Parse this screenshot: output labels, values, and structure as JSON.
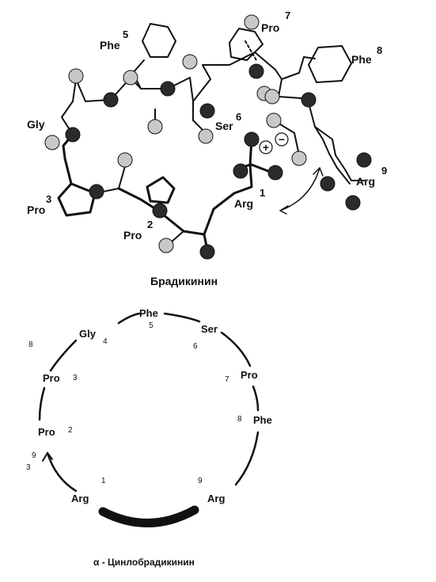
{
  "top_diagram": {
    "caption": "Брадикинин",
    "labels": [
      {
        "name": "Phe",
        "sup": "5"
      },
      {
        "name": "Pro",
        "sup": "7"
      },
      {
        "name": "Phe",
        "sup": "8"
      },
      {
        "name": "Gly",
        "sup": ""
      },
      {
        "name": "Ser",
        "sup": "6"
      },
      {
        "name": "Pro",
        "sup": "3"
      },
      {
        "name": "Pro",
        "sup": "2"
      },
      {
        "name": "Arg",
        "sup": "1"
      },
      {
        "name": "Arg",
        "sup": "9"
      }
    ],
    "charges": {
      "plus": "+",
      "minus": "−"
    }
  },
  "bottom_diagram": {
    "caption": "α - Цинлобрадикинин",
    "residues": [
      {
        "name": "Phe",
        "num": "5"
      },
      {
        "name": "Ser",
        "num": "6"
      },
      {
        "name": "Pro",
        "num": "7"
      },
      {
        "name": "Phe",
        "num": "8"
      },
      {
        "name": "Arg",
        "num": "9"
      },
      {
        "name": "Arg",
        "num": "1"
      },
      {
        "name": "Pro",
        "num": "2"
      },
      {
        "name": "Pro",
        "num": "3"
      },
      {
        "name": "Gly",
        "num": "4"
      }
    ],
    "edge_marks": {
      "left_8": "8",
      "left_9": "9",
      "left_3": "3"
    }
  },
  "colors": {
    "dark_atom": "#2b2b2b",
    "light_atom": "#c8c8c8",
    "line": "#111111"
  }
}
